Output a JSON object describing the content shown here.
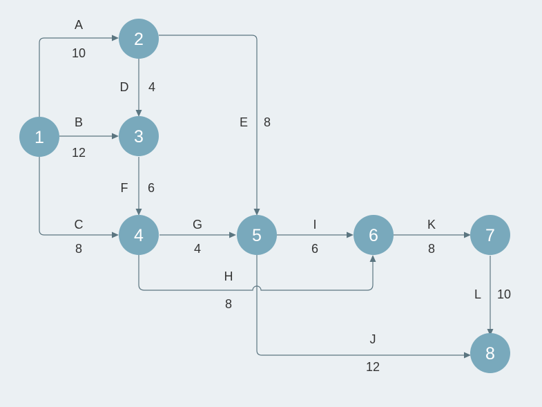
{
  "diagram": {
    "nodes": [
      {
        "id": "1",
        "label": "1"
      },
      {
        "id": "2",
        "label": "2"
      },
      {
        "id": "3",
        "label": "3"
      },
      {
        "id": "4",
        "label": "4"
      },
      {
        "id": "5",
        "label": "5"
      },
      {
        "id": "6",
        "label": "6"
      },
      {
        "id": "7",
        "label": "7"
      },
      {
        "id": "8",
        "label": "8"
      }
    ],
    "edges": [
      {
        "id": "A",
        "from": "1",
        "to": "2",
        "activity": "A",
        "duration": "10"
      },
      {
        "id": "B",
        "from": "1",
        "to": "3",
        "activity": "B",
        "duration": "12"
      },
      {
        "id": "C",
        "from": "1",
        "to": "4",
        "activity": "C",
        "duration": "8"
      },
      {
        "id": "D",
        "from": "2",
        "to": "3",
        "activity": "D",
        "duration": "4"
      },
      {
        "id": "E",
        "from": "2",
        "to": "5",
        "activity": "E",
        "duration": "8"
      },
      {
        "id": "F",
        "from": "3",
        "to": "4",
        "activity": "F",
        "duration": "6"
      },
      {
        "id": "G",
        "from": "4",
        "to": "5",
        "activity": "G",
        "duration": "4"
      },
      {
        "id": "H",
        "from": "4",
        "to": "6",
        "activity": "H",
        "duration": "8"
      },
      {
        "id": "I",
        "from": "5",
        "to": "6",
        "activity": "I",
        "duration": "6"
      },
      {
        "id": "J",
        "from": "5",
        "to": "8",
        "activity": "J",
        "duration": "12"
      },
      {
        "id": "K",
        "from": "6",
        "to": "7",
        "activity": "K",
        "duration": "8"
      },
      {
        "id": "L",
        "from": "7",
        "to": "8",
        "activity": "L",
        "duration": "10"
      }
    ]
  }
}
